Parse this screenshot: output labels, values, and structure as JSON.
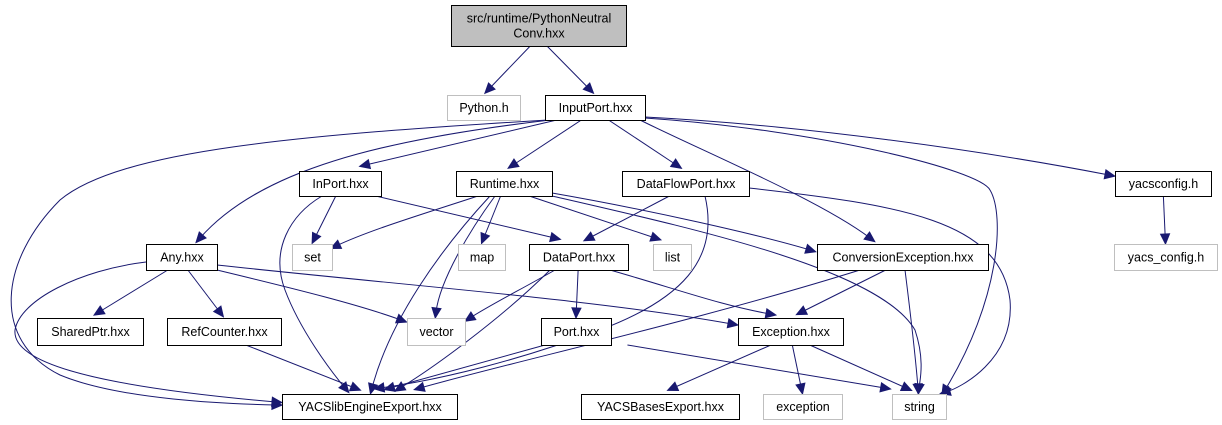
{
  "diagram": {
    "type": "include-dependency-graph",
    "colors": {
      "edge": "#191970",
      "root_fill": "#bfbfbf",
      "documented_border": "#000000",
      "external_border": "#bfbfbf"
    },
    "nodes": [
      {
        "id": "root",
        "lines": [
          "src/runtime/PythonNeutral",
          "Conv.hxx"
        ],
        "kind": "root"
      },
      {
        "id": "python_h",
        "lines": [
          "Python.h"
        ],
        "kind": "external"
      },
      {
        "id": "inputport",
        "lines": [
          "InputPort.hxx"
        ],
        "kind": "documented"
      },
      {
        "id": "inport",
        "lines": [
          "InPort.hxx"
        ],
        "kind": "documented"
      },
      {
        "id": "runtime",
        "lines": [
          "Runtime.hxx"
        ],
        "kind": "documented"
      },
      {
        "id": "dataflowport",
        "lines": [
          "DataFlowPort.hxx"
        ],
        "kind": "documented"
      },
      {
        "id": "yacsconfig",
        "lines": [
          "yacsconfig.h"
        ],
        "kind": "documented"
      },
      {
        "id": "any",
        "lines": [
          "Any.hxx"
        ],
        "kind": "documented"
      },
      {
        "id": "set",
        "lines": [
          "set"
        ],
        "kind": "external"
      },
      {
        "id": "map",
        "lines": [
          "map"
        ],
        "kind": "external"
      },
      {
        "id": "dataport",
        "lines": [
          "DataPort.hxx"
        ],
        "kind": "documented"
      },
      {
        "id": "list",
        "lines": [
          "list"
        ],
        "kind": "external"
      },
      {
        "id": "conversionexception",
        "lines": [
          "ConversionException.hxx"
        ],
        "kind": "documented"
      },
      {
        "id": "yacs_config",
        "lines": [
          "yacs_config.h"
        ],
        "kind": "external"
      },
      {
        "id": "sharedptr",
        "lines": [
          "SharedPtr.hxx"
        ],
        "kind": "documented"
      },
      {
        "id": "refcounter",
        "lines": [
          "RefCounter.hxx"
        ],
        "kind": "documented"
      },
      {
        "id": "vector",
        "lines": [
          "vector"
        ],
        "kind": "external"
      },
      {
        "id": "port",
        "lines": [
          "Port.hxx"
        ],
        "kind": "documented"
      },
      {
        "id": "exception_hxx",
        "lines": [
          "Exception.hxx"
        ],
        "kind": "documented"
      },
      {
        "id": "yacslibengineexport",
        "lines": [
          "YACSlibEngineExport.hxx"
        ],
        "kind": "documented"
      },
      {
        "id": "yacsbasesexport",
        "lines": [
          "YACSBasesExport.hxx"
        ],
        "kind": "documented"
      },
      {
        "id": "exception",
        "lines": [
          "exception"
        ],
        "kind": "external"
      },
      {
        "id": "string",
        "lines": [
          "string"
        ],
        "kind": "external"
      }
    ],
    "edges": [
      {
        "from": "root",
        "to": "python_h"
      },
      {
        "from": "root",
        "to": "inputport"
      },
      {
        "from": "inputport",
        "to": "inport"
      },
      {
        "from": "inputport",
        "to": "runtime"
      },
      {
        "from": "inputport",
        "to": "dataflowport"
      },
      {
        "from": "inputport",
        "to": "yacsconfig"
      },
      {
        "from": "inputport",
        "to": "any"
      },
      {
        "from": "inputport",
        "to": "conversionexception"
      },
      {
        "from": "inputport",
        "to": "yacslibengineexport"
      },
      {
        "from": "inputport",
        "to": "string"
      },
      {
        "from": "inport",
        "to": "set"
      },
      {
        "from": "inport",
        "to": "dataport"
      },
      {
        "from": "inport",
        "to": "yacslibengineexport"
      },
      {
        "from": "runtime",
        "to": "set"
      },
      {
        "from": "runtime",
        "to": "map"
      },
      {
        "from": "runtime",
        "to": "list"
      },
      {
        "from": "runtime",
        "to": "vector"
      },
      {
        "from": "runtime",
        "to": "conversionexception"
      },
      {
        "from": "runtime",
        "to": "yacslibengineexport"
      },
      {
        "from": "runtime",
        "to": "string"
      },
      {
        "from": "dataflowport",
        "to": "dataport"
      },
      {
        "from": "dataflowport",
        "to": "yacslibengineexport"
      },
      {
        "from": "dataflowport",
        "to": "string"
      },
      {
        "from": "yacsconfig",
        "to": "yacs_config"
      },
      {
        "from": "any",
        "to": "sharedptr"
      },
      {
        "from": "any",
        "to": "refcounter"
      },
      {
        "from": "any",
        "to": "vector"
      },
      {
        "from": "any",
        "to": "exception_hxx"
      },
      {
        "from": "any",
        "to": "yacslibengineexport"
      },
      {
        "from": "dataport",
        "to": "port"
      },
      {
        "from": "dataport",
        "to": "vector"
      },
      {
        "from": "dataport",
        "to": "exception_hxx"
      },
      {
        "from": "dataport",
        "to": "yacslibengineexport"
      },
      {
        "from": "conversionexception",
        "to": "exception_hxx"
      },
      {
        "from": "conversionexception",
        "to": "yacslibengineexport"
      },
      {
        "from": "conversionexception",
        "to": "string"
      },
      {
        "from": "refcounter",
        "to": "yacslibengineexport"
      },
      {
        "from": "port",
        "to": "yacslibengineexport"
      },
      {
        "from": "port",
        "to": "string"
      },
      {
        "from": "exception_hxx",
        "to": "yacsbasesexport"
      },
      {
        "from": "exception_hxx",
        "to": "exception"
      },
      {
        "from": "exception_hxx",
        "to": "string"
      }
    ]
  }
}
